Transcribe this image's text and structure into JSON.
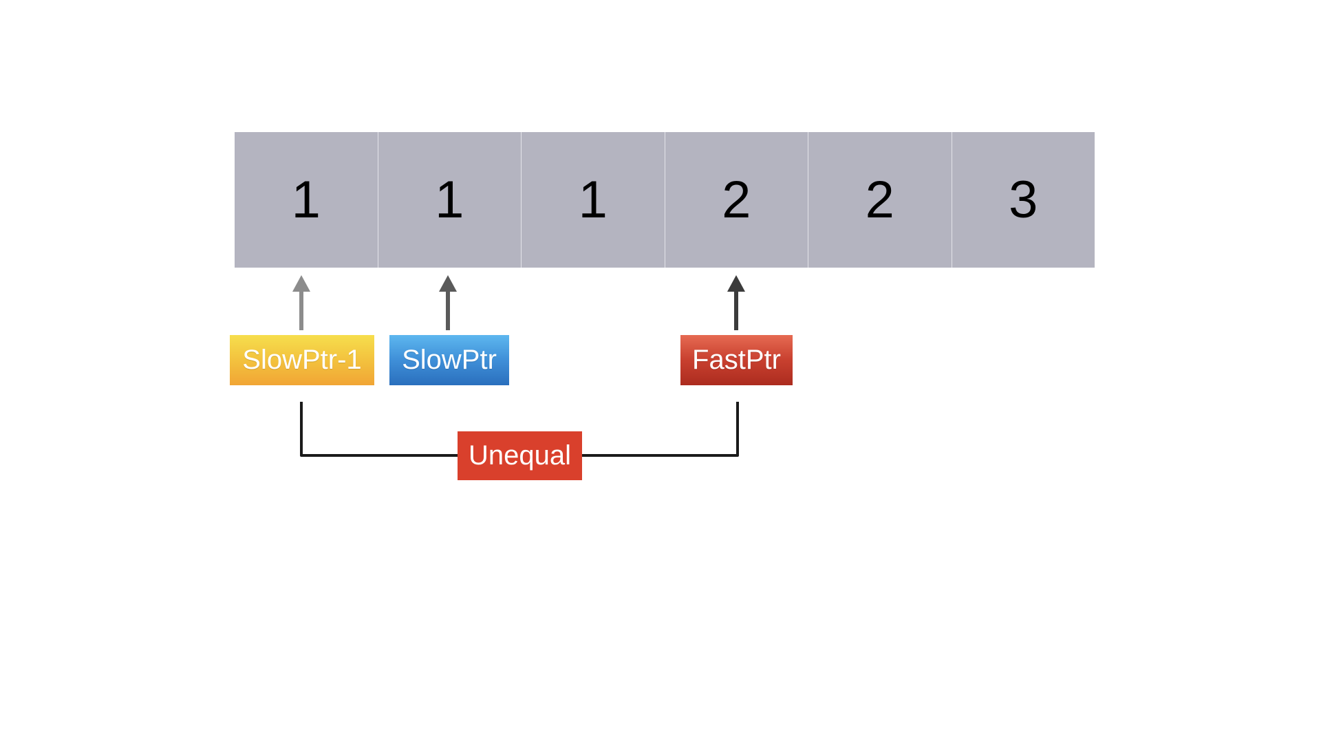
{
  "array": {
    "cells": [
      "1",
      "1",
      "1",
      "2",
      "2",
      "3"
    ],
    "cell_color": "#b4b4c0"
  },
  "pointers": {
    "prev": {
      "label": "SlowPtr-1",
      "color": "#f3c23e",
      "arrow_color": "#8c8c8c",
      "target_index": 0
    },
    "slow": {
      "label": "SlowPtr",
      "color": "#3f8fd8",
      "arrow_color": "#5a5a5a",
      "target_index": 1
    },
    "fast": {
      "label": "FastPtr",
      "color": "#c8402f",
      "arrow_color": "#3c3c3c",
      "target_index": 3
    }
  },
  "comparison": {
    "label": "Unequal",
    "color": "#d9402c",
    "connects": [
      "prev",
      "fast"
    ]
  }
}
